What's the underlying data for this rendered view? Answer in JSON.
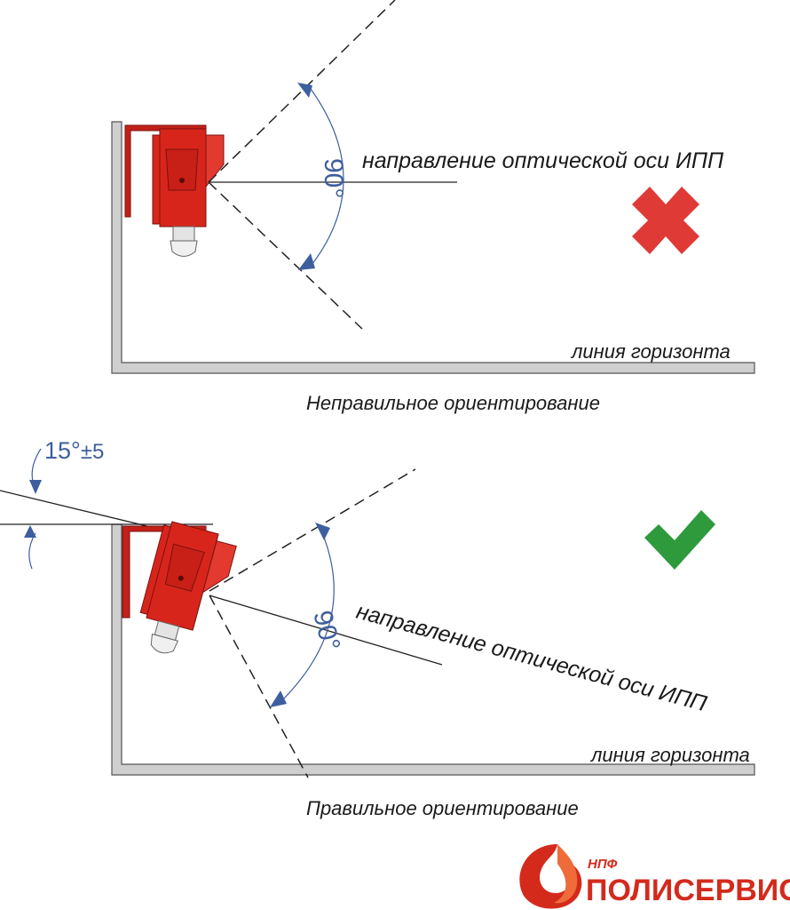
{
  "top_panel": {
    "angle_label": "90°",
    "axis_label": "направление оптической оси ИПП",
    "horizon_label": "линия горизонта",
    "caption": "Неправильное ориентирование",
    "mark": "cross-icon",
    "mark_color": "#e03a36"
  },
  "bottom_panel": {
    "tilt_label": "15°",
    "tilt_tolerance": "±5",
    "angle_label": "90°",
    "axis_label": "направление оптической оси ИПП",
    "horizon_label": "линия горизонта",
    "caption": "Правильное ориентирование",
    "mark": "check-icon",
    "mark_color": "#2e9a3c"
  },
  "colors": {
    "detector": "#d8251b",
    "angle_arrow": "#3d5f9e",
    "wall": "#cfcfcf"
  },
  "logo": {
    "prefix": "НПФ",
    "name": "ПОЛИСЕРВИС"
  }
}
